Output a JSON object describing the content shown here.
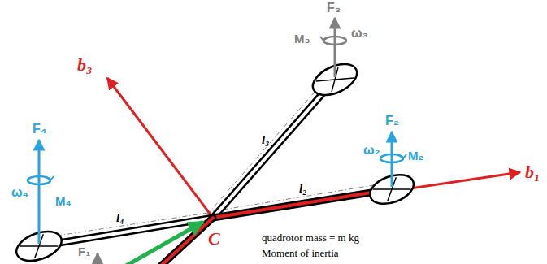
{
  "diagram": {
    "labels": [
      "F₃",
      "ω₃",
      "M₃",
      "b₃",
      "F₂",
      "ω₂",
      "M₂",
      "b₁",
      "l₃",
      "l₂",
      "F₄",
      "ω₄",
      "M₄",
      "l₄",
      "C",
      "F₁",
      "quadrotor mass = m kg",
      "Moment of inertia"
    ]
  }
}
